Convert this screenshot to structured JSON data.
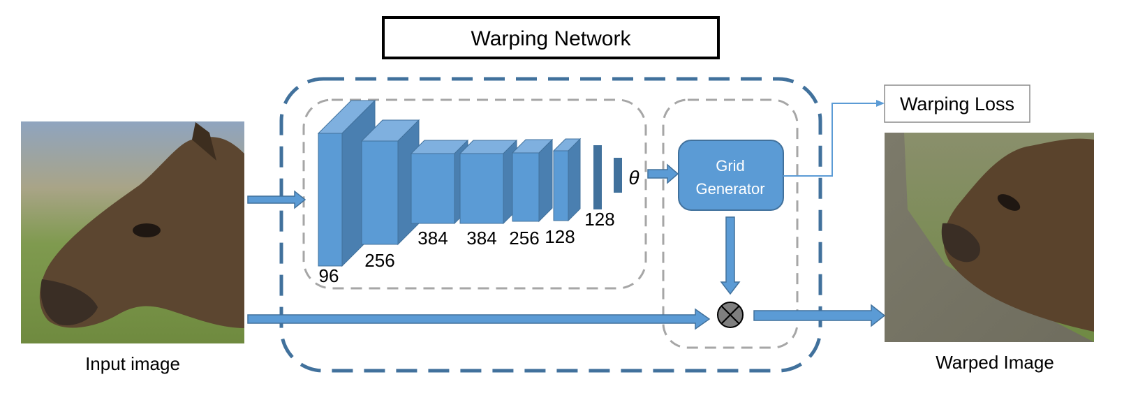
{
  "title": "Warping Network",
  "input_caption": "Input image",
  "output_caption": "Warped Image",
  "loss_label": "Warping Loss",
  "grid_generator": {
    "line1": "Grid",
    "line2": "Generator"
  },
  "theta_symbol": "θ",
  "cnn_layers": [
    {
      "label": "96"
    },
    {
      "label": "256"
    },
    {
      "label": "384"
    },
    {
      "label": "384"
    },
    {
      "label": "256"
    },
    {
      "label": "128"
    }
  ],
  "fc_label": "128",
  "colors": {
    "block_front": "#5b9bd5",
    "block_side": "#4a7fb0",
    "block_top": "#7fb0df",
    "outer_dash": "#41719c",
    "inner_dash": "#a6a6a6",
    "arrow": "#5b9bd5"
  }
}
